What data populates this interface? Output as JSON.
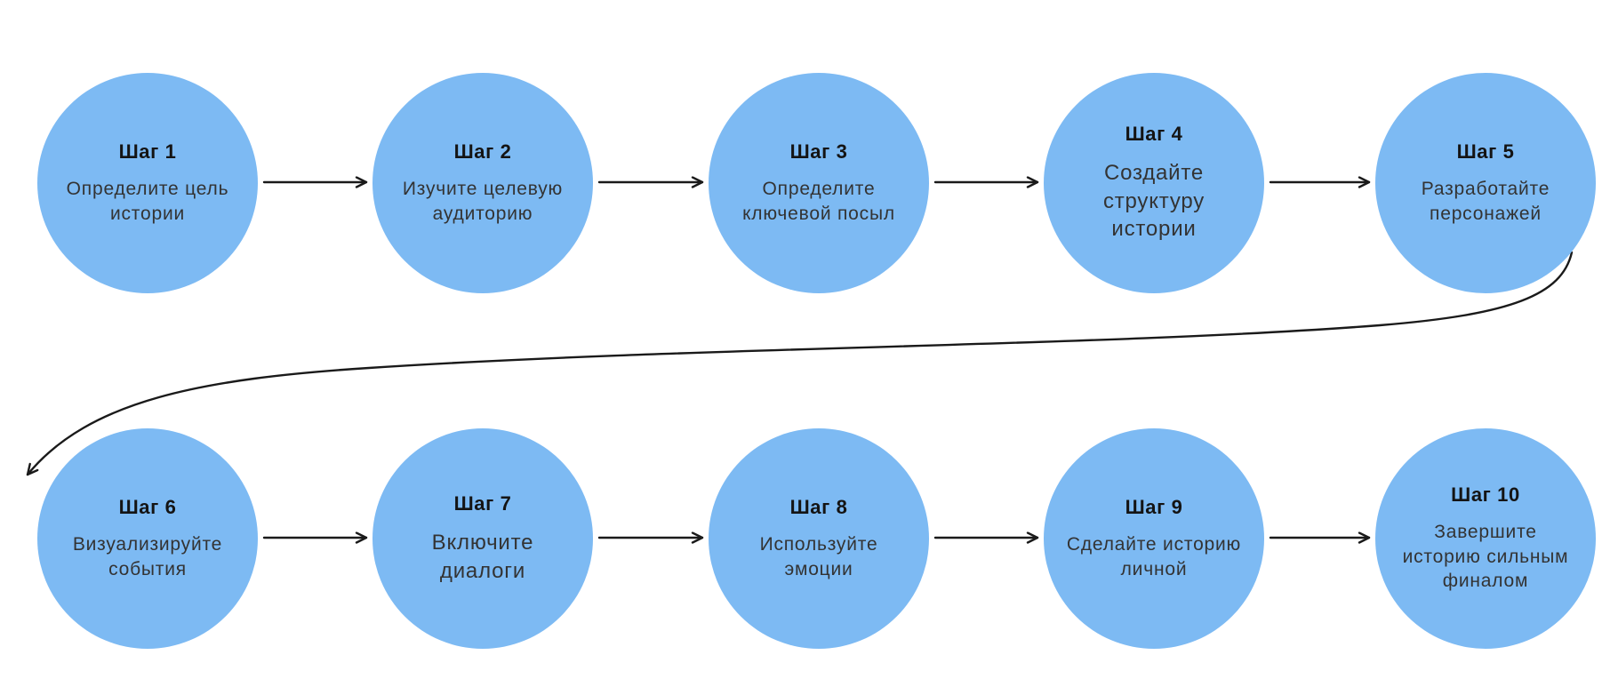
{
  "canvas": {
    "background_color": "#ffffff",
    "node_fill_color": "#7DBAF3",
    "connector_color": "#1a1a1a",
    "title_color": "#141414",
    "description_color": "#333333"
  },
  "diagram": {
    "type": "process-flow",
    "layout": "snake-two-rows-of-five",
    "steps": [
      {
        "id": 1,
        "title": "Шаг 1",
        "description": "Определите цель\nистории"
      },
      {
        "id": 2,
        "title": "Шаг 2",
        "description": "Изучите целевую\nаудиторию"
      },
      {
        "id": 3,
        "title": "Шаг 3",
        "description": "Определите\nключевой посыл"
      },
      {
        "id": 4,
        "title": "Шаг 4",
        "description": "Создайте\nструктуру\nистории"
      },
      {
        "id": 5,
        "title": "Шаг 5",
        "description": "Разработайте\nперсонажей"
      },
      {
        "id": 6,
        "title": "Шаг 6",
        "description": "Визуализируйте\nсобытия"
      },
      {
        "id": 7,
        "title": "Шаг 7",
        "description": "Включите\nдиалоги"
      },
      {
        "id": 8,
        "title": "Шаг 8",
        "description": "Используйте\nэмоции"
      },
      {
        "id": 9,
        "title": "Шаг 9",
        "description": "Сделайте историю\nличной"
      },
      {
        "id": 10,
        "title": "Шаг 10",
        "description": "Завершите\nисторию сильным\nфиналом"
      }
    ],
    "connections": [
      {
        "from": 1,
        "to": 2,
        "shape": "straight-arrow"
      },
      {
        "from": 2,
        "to": 3,
        "shape": "straight-arrow"
      },
      {
        "from": 3,
        "to": 4,
        "shape": "straight-arrow"
      },
      {
        "from": 4,
        "to": 5,
        "shape": "straight-arrow"
      },
      {
        "from": 5,
        "to": 6,
        "shape": "long-s-curve-arrow"
      },
      {
        "from": 6,
        "to": 7,
        "shape": "straight-arrow"
      },
      {
        "from": 7,
        "to": 8,
        "shape": "straight-arrow"
      },
      {
        "from": 8,
        "to": 9,
        "shape": "straight-arrow"
      },
      {
        "from": 9,
        "to": 10,
        "shape": "straight-arrow"
      }
    ],
    "arrowhead_style": "open-chevron"
  }
}
